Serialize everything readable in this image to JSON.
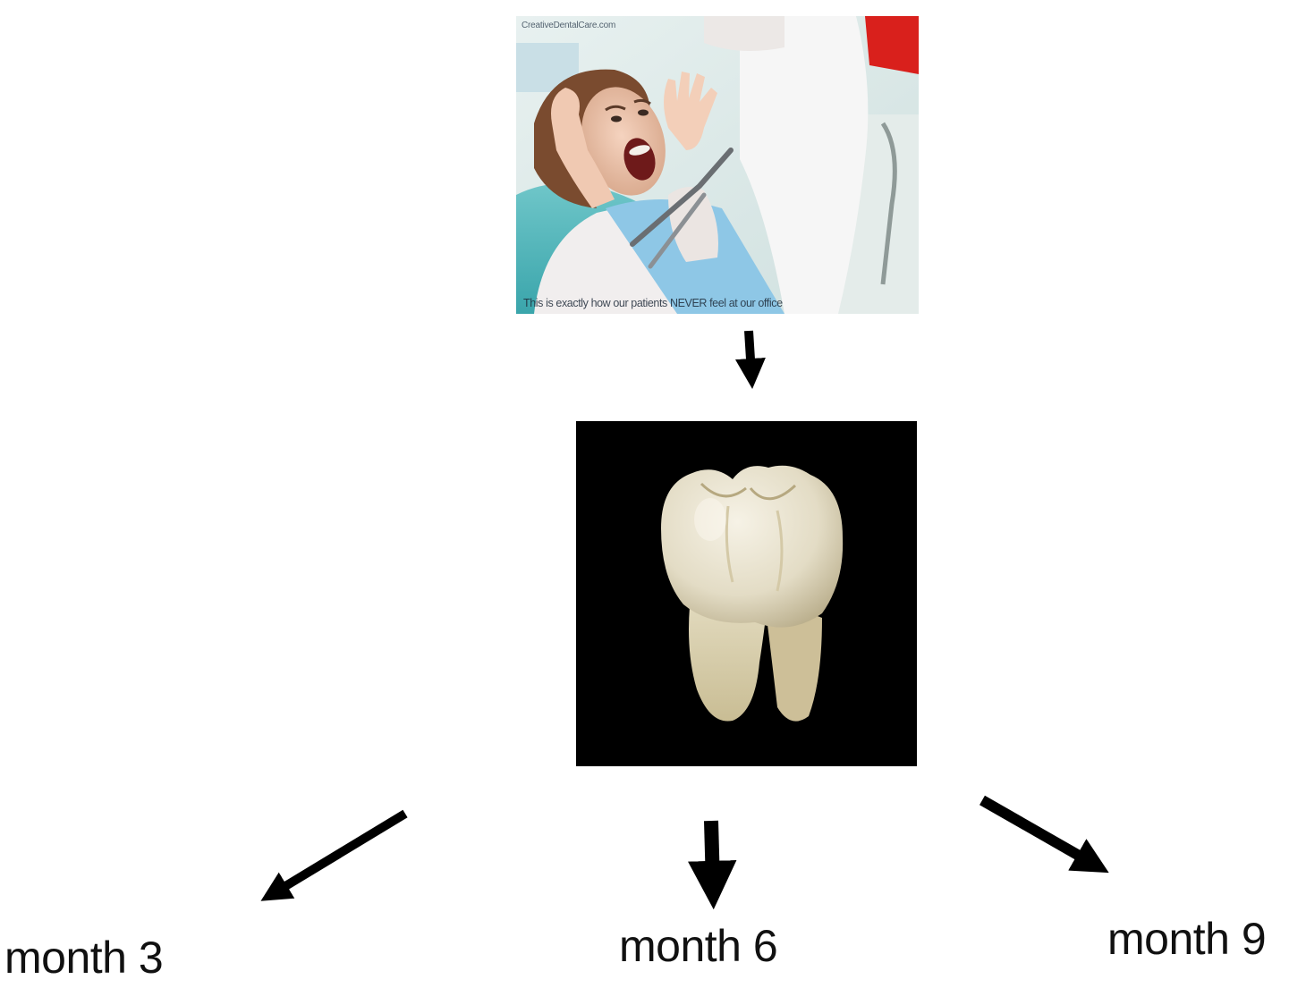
{
  "photo": {
    "watermark": "CreativeDentalCare.com",
    "caption": "This is exactly how our patients NEVER feel at our office"
  },
  "labels": {
    "month_3": "month 3",
    "month_6": "month 6",
    "month_9": "month 9"
  },
  "colors": {
    "arrow": "#000000",
    "text": "#111111",
    "tooth_background": "#000000",
    "tooth": "#e8e3d2"
  }
}
